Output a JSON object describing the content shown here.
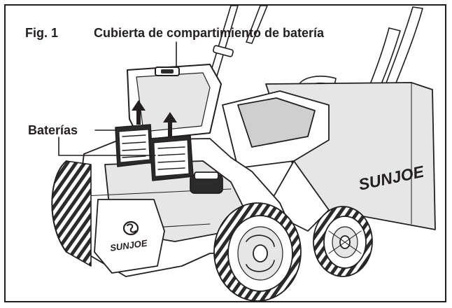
{
  "figure": {
    "number_label": "Fig. 1",
    "cover_callout": "Cubierta de compartimiento de batería",
    "batteries_callout": "Baterías"
  },
  "branding": {
    "deck_logo_text": "SUNJOE",
    "front_logo_text": "SUNJOE"
  },
  "colors": {
    "line": "#231f20",
    "fill_light": "#e6e6e6",
    "fill_mid": "#cfcfcf",
    "fill_dark": "#2b2b2b"
  }
}
